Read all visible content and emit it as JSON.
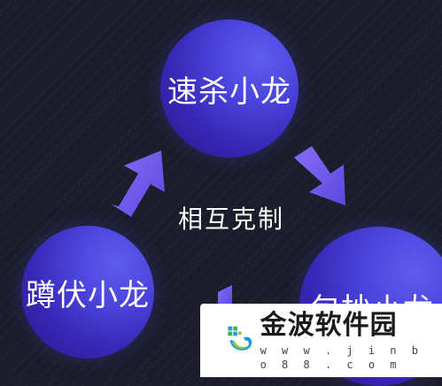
{
  "nodes": {
    "top": "速杀小龙",
    "left": "蹲伏小龙",
    "right": "包抄小龙"
  },
  "center_label": "相互克制",
  "watermark": {
    "title": "金波软件园",
    "url": "w w w . j i n b o 8 8 . c o m"
  },
  "colors": {
    "background": "#1b1d2b",
    "node": "#4a44dc",
    "arrow": "#7058ee"
  }
}
